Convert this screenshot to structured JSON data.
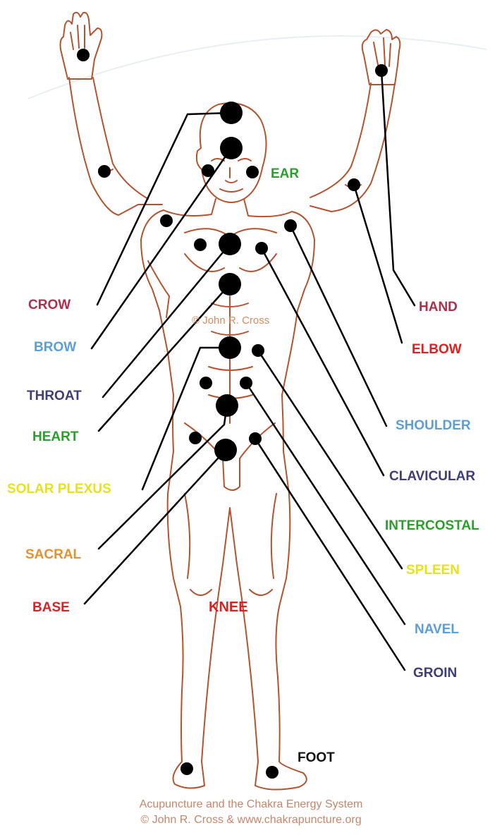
{
  "watermark": "© John R. Cross",
  "caption": {
    "line1": "Acupuncture and the Chakra Energy System",
    "line2": "© John R. Cross & www.chakrapuncture.org"
  },
  "colors": {
    "outline": "#b5532f",
    "dot": "#000000",
    "leader": "#000000",
    "crimson": "#b0304a",
    "sky": "#5b9fd6",
    "navy": "#3f3d7a",
    "green": "#2aa02a",
    "yellow": "#e8e21a",
    "orange": "#e8912a",
    "red": "#e02020",
    "black": "#111111"
  },
  "labels": {
    "crow": {
      "text": "CROW",
      "color": "#b0304a"
    },
    "brow": {
      "text": "BROW",
      "color": "#5b9fd6"
    },
    "throat": {
      "text": "THROAT",
      "color": "#3f3d7a"
    },
    "heart": {
      "text": "HEART",
      "color": "#2aa02a"
    },
    "solar": {
      "text": "SOLAR PLEXUS",
      "color": "#e8e21a"
    },
    "sacral": {
      "text": "SACRAL",
      "color": "#e8912a"
    },
    "base": {
      "text": "BASE",
      "color": "#e02020"
    },
    "knee": {
      "text": "KNEE",
      "color": "#e02020"
    },
    "ear": {
      "text": "EAR",
      "color": "#2aa02a"
    },
    "hand": {
      "text": "HAND",
      "color": "#b0304a"
    },
    "elbow": {
      "text": "ELBOW",
      "color": "#e02020"
    },
    "shoulder": {
      "text": "SHOULDER",
      "color": "#5b9fd6"
    },
    "clavicular": {
      "text": "CLAVICULAR",
      "color": "#3f3d7a"
    },
    "intercostal": {
      "text": "INTERCOSTAL",
      "color": "#2aa02a"
    },
    "spleen": {
      "text": "SPLEEN",
      "color": "#e8e21a"
    },
    "navel": {
      "text": "NAVEL",
      "color": "#5b9fd6"
    },
    "groin": {
      "text": "GROIN",
      "color": "#3f3d7a"
    },
    "foot": {
      "text": "FOOT",
      "color": "#111111"
    }
  }
}
